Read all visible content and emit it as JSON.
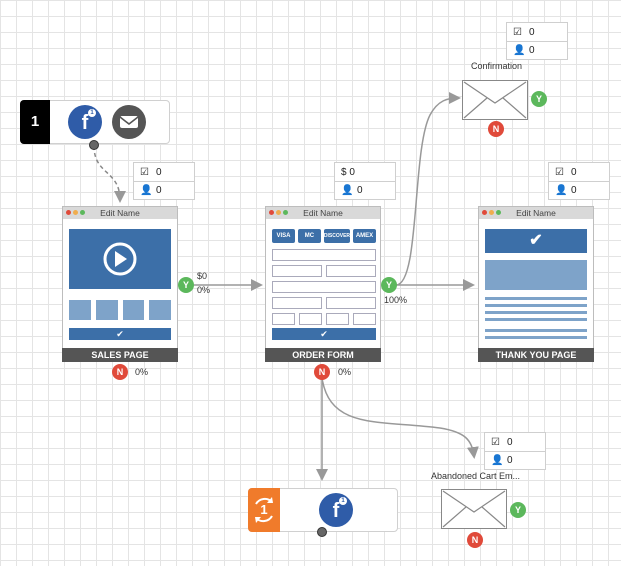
{
  "colors": {
    "accent_blue": "#3c6fa8",
    "green": "#5cb85c",
    "red": "#e04a3a",
    "footer_gray": "#555555"
  },
  "trigger_top": {
    "count": "1",
    "icons": [
      "facebook-icon",
      "email-icon"
    ]
  },
  "trigger_bottom": {
    "count": "1",
    "icons": [
      "sync-icon",
      "facebook-icon"
    ]
  },
  "sales_page": {
    "edit_label": "Edit Name",
    "title": "SALES PAGE",
    "stats": {
      "checked": "0",
      "people": "0"
    },
    "yes": {
      "badge": "Y",
      "amount": "$0",
      "percent": "0%"
    },
    "no": {
      "badge": "N",
      "percent": "0%"
    }
  },
  "order_form": {
    "edit_label": "Edit Name",
    "title": "ORDER FORM",
    "stats": {
      "amount": "$ 0",
      "people": "0"
    },
    "cards": [
      "VISA",
      "MC",
      "DISCOVER",
      "AMEX"
    ],
    "yes": {
      "badge": "Y",
      "percent": "100%"
    },
    "no": {
      "badge": "N",
      "percent": "0%"
    }
  },
  "thank_you_page": {
    "edit_label": "Edit Name",
    "title": "THANK YOU PAGE",
    "stats": {
      "checked": "0",
      "people": "0"
    }
  },
  "confirmation": {
    "label": "Confirmation",
    "stats": {
      "checked": "0",
      "people": "0"
    },
    "yes_badge": "Y",
    "no_badge": "N"
  },
  "abandoned_cart": {
    "label": "Abandoned Cart Em...",
    "stats": {
      "checked": "0",
      "people": "0"
    },
    "yes_badge": "Y",
    "no_badge": "N"
  }
}
